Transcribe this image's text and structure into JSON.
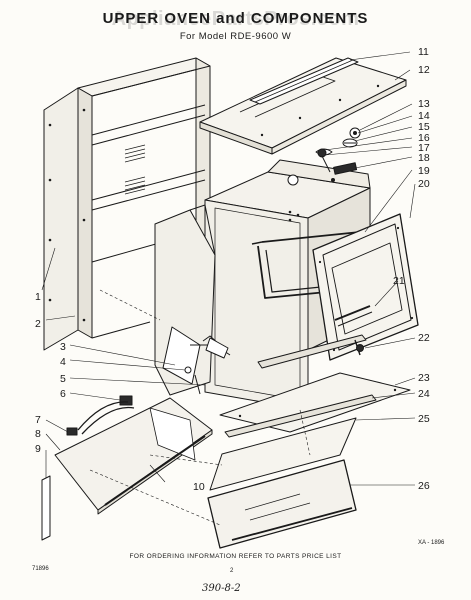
{
  "header": {
    "title": "UPPER OVEN and COMPONENTS",
    "model": "For Model RDE-9600 W",
    "watermark": "AppliancePartsPros.com"
  },
  "callouts": [
    "1",
    "2",
    "3",
    "4",
    "5",
    "6",
    "7",
    "8",
    "9",
    "10",
    "11",
    "12",
    "13",
    "14",
    "15",
    "16",
    "17",
    "18",
    "19",
    "20",
    "21",
    "22",
    "23",
    "24",
    "25",
    "26"
  ],
  "footer": {
    "ordering_note": "FOR ORDERING INFORMATION REFER TO PARTS PRICE LIST",
    "ref_code": "XA - 1896",
    "left_code": "71896",
    "page_mark": "2",
    "handwritten": "390-8-2"
  }
}
